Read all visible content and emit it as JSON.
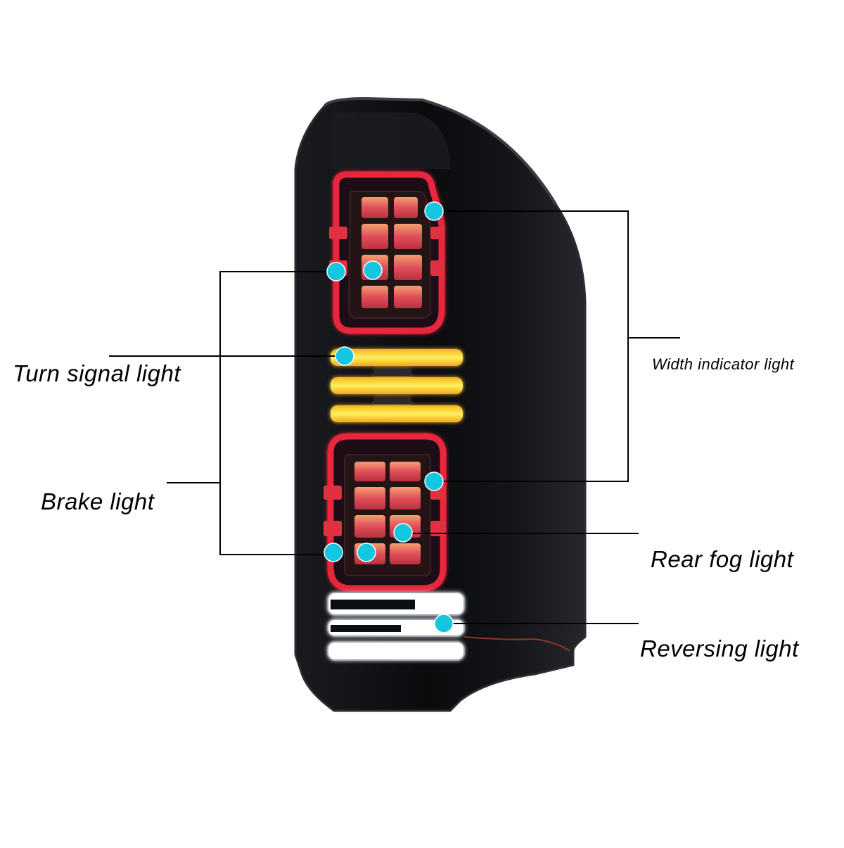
{
  "labels": {
    "turn_signal": "Turn signal light",
    "brake": "Brake light",
    "width_indicator": "Width indicator light",
    "rear_fog": "Rear fog light",
    "reversing": "Reversing light"
  },
  "colors": {
    "housing": "#0d0d10",
    "housing_edge": "#2a2c30",
    "red_ring": "#e8283c",
    "red_ring_glow": "#ff6a7a",
    "lamp_cell": "#d9404c",
    "lamp_cell_hot": "#f6a25a",
    "amber_bar": "#f6c21a",
    "amber_bar_core": "#fff36a",
    "white_bar": "#ffffff",
    "callout_dot": "#14c6e0",
    "callout_line": "#000000",
    "label_text": "#000000"
  },
  "icons": {
    "marker": "callout-dot",
    "product": "led-tail-light-assembly"
  }
}
